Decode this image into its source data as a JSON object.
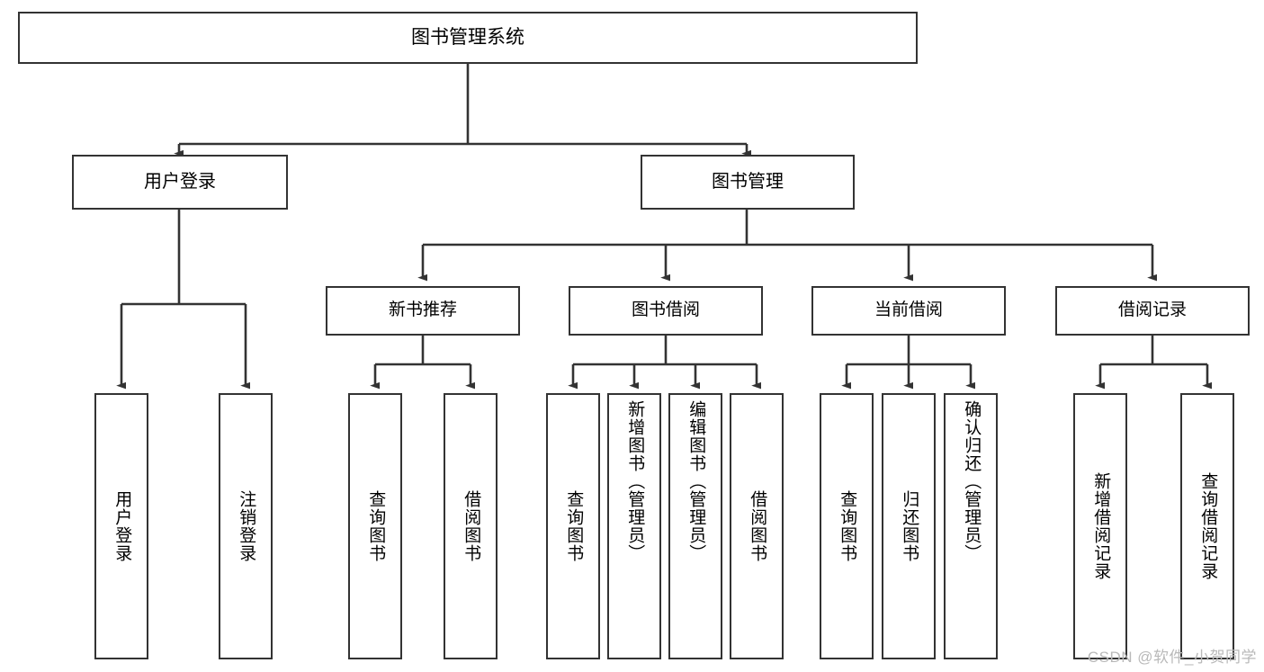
{
  "diagram": {
    "title": "图书管理系统",
    "type": "tree",
    "watermark": "CSDN @软件_小贺同学",
    "colors": {
      "box_border": "#333333",
      "box_fill": "#ffffff",
      "connector": "#333333",
      "text": "#000000",
      "watermark": "#b9b9b9",
      "background": "#ffffff"
    },
    "nodes": {
      "root": {
        "label": "图书管理系统"
      },
      "level1": [
        {
          "id": "user-login",
          "label": "用户登录"
        },
        {
          "id": "book-manage",
          "label": "图书管理"
        }
      ],
      "level2": [
        {
          "id": "new-book-recommend",
          "label": "新书推荐",
          "parent": "book-manage"
        },
        {
          "id": "book-borrow",
          "label": "图书借阅",
          "parent": "book-manage"
        },
        {
          "id": "current-borrow",
          "label": "当前借阅",
          "parent": "book-manage"
        },
        {
          "id": "borrow-record",
          "label": "借阅记录",
          "parent": "book-manage"
        }
      ],
      "leaves": {
        "user_login": [
          {
            "id": "leaf-user-login",
            "label": "用户登录"
          },
          {
            "id": "leaf-logout-login",
            "label": "注销登录"
          }
        ],
        "new_book_recommend": [
          {
            "id": "leaf-query-book-1",
            "label": "查询图书"
          },
          {
            "id": "leaf-borrow-book-1",
            "label": "借阅图书"
          }
        ],
        "book_borrow": [
          {
            "id": "leaf-query-book-2",
            "label": "查询图书"
          },
          {
            "id": "leaf-add-book",
            "label": "新增图书（管理员）"
          },
          {
            "id": "leaf-edit-book",
            "label": "编辑图书（管理员）"
          },
          {
            "id": "leaf-borrow-book-2",
            "label": "借阅图书"
          }
        ],
        "current_borrow": [
          {
            "id": "leaf-query-book-3",
            "label": "查询图书"
          },
          {
            "id": "leaf-return-book",
            "label": "归还图书"
          },
          {
            "id": "leaf-confirm-return",
            "label": "确认归还（管理员）"
          }
        ],
        "borrow_record": [
          {
            "id": "leaf-add-record",
            "label": "新增借阅记录"
          },
          {
            "id": "leaf-query-record",
            "label": "查询借阅记录"
          }
        ]
      }
    }
  }
}
